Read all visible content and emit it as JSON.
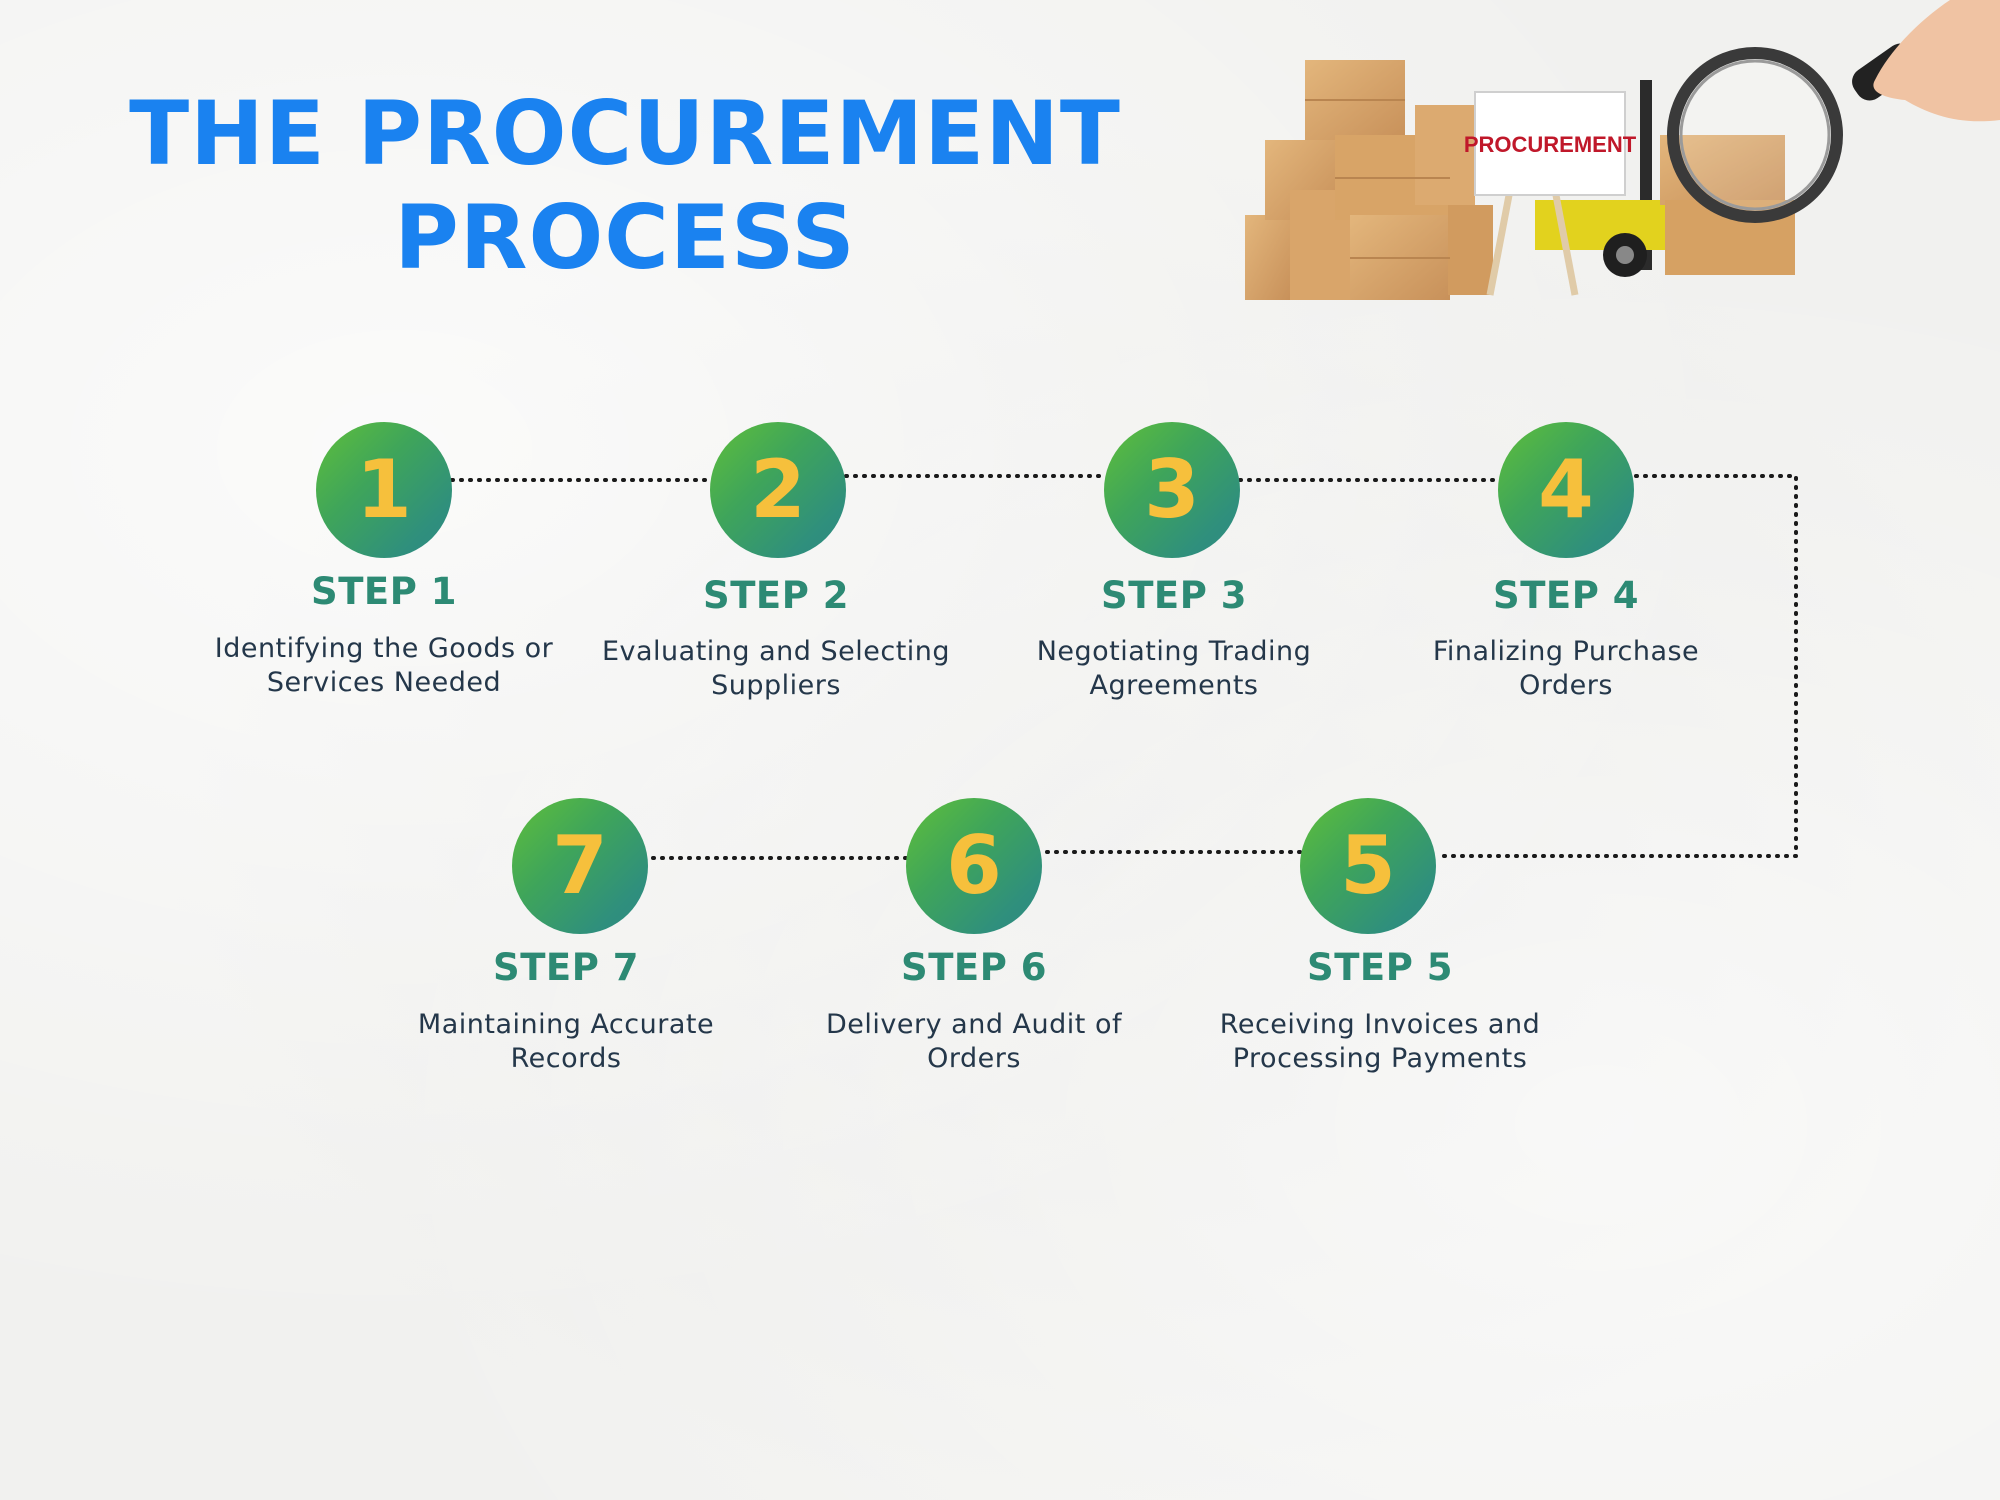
{
  "title": {
    "line1": "THE PROCUREMENT",
    "line2": "PROCESS"
  },
  "colors": {
    "title": "#1a82f0",
    "circle_start": "#5fbf3a",
    "circle_end": "#2e8a80",
    "number": "#f6c03c",
    "step_title": "#2d8a74",
    "description": "#24374a",
    "connector": "#1a1a1a"
  },
  "image": {
    "sign_text": "PROCUREMENT",
    "icon": "procurement-photo"
  },
  "steps": [
    {
      "number": "1",
      "title": "STEP 1",
      "line1": "Identifying the Goods or",
      "line2": "Services Needed"
    },
    {
      "number": "2",
      "title": "STEP 2",
      "line1": "Evaluating and Selecting",
      "line2": "Suppliers"
    },
    {
      "number": "3",
      "title": "STEP 3",
      "line1": "Negotiating Trading",
      "line2": "Agreements"
    },
    {
      "number": "4",
      "title": "STEP 4",
      "line1": "Finalizing Purchase",
      "line2": "Orders"
    },
    {
      "number": "5",
      "title": "STEP 5",
      "line1": "Receiving Invoices and",
      "line2": "Processing Payments"
    },
    {
      "number": "6",
      "title": "STEP 6",
      "line1": "Delivery and Audit of",
      "line2": "Orders"
    },
    {
      "number": "7",
      "title": "STEP 7",
      "line1": "Maintaining Accurate",
      "line2": "Records"
    }
  ]
}
